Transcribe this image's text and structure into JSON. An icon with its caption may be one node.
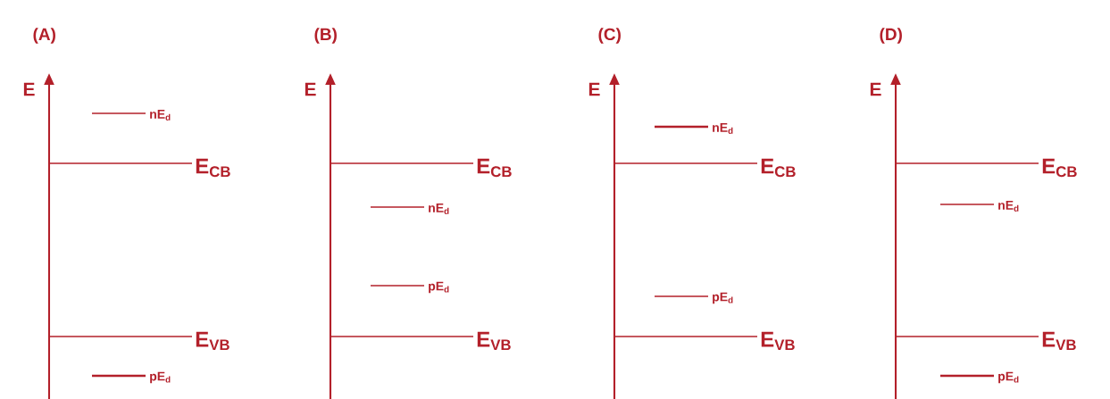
{
  "diagram": {
    "labels": [
      "(A)",
      "E",
      "nE$_{d}$",
      "E$_{CB}$",
      "E$_{VB}$",
      "pE$_{d}$",
      "(B)",
      "E",
      "E$_{CB}$",
      "nE$_{d}$",
      "pE$_{d}$",
      "E$_{VB}$",
      "(C)",
      "E",
      "nE$_{d}$",
      "E$_{CB}$",
      "pE$_{d}$",
      "E$_{VB}$",
      "(D)",
      "E",
      "E$_{CB}$",
      "nE$_{d}$",
      "E$_{VB}$",
      "pE$_{d}$"
    ]
  }
}
